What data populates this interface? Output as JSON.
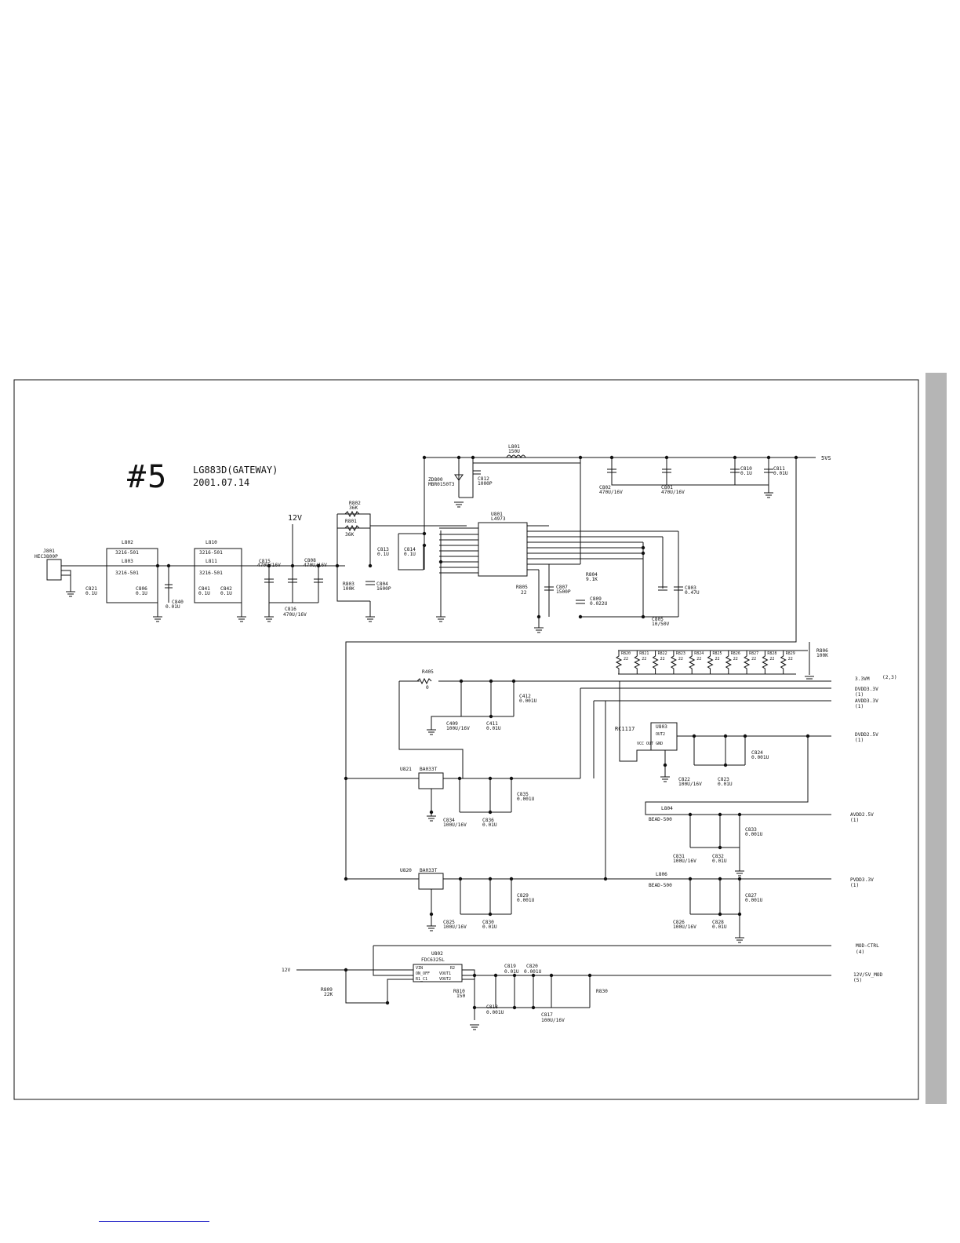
{
  "sheet": {
    "number": "#5",
    "title": "LG883D(GATEWAY)",
    "date": "2001.07.14"
  },
  "rails": {
    "top_5v": "5VS",
    "input_12v": "12V",
    "supply_12v": "12V"
  },
  "nets": {
    "v33_sum": "3.3VM",
    "v33_sum_ref": "(2,3)",
    "dvdd33": "DVDD3.3V",
    "dvdd33_ref": "(1)",
    "avdd33": "AVDD3.3V",
    "avdd33_ref": "(1)",
    "dvdd25": "DVDD2.5V",
    "dvdd25_ref": "(1)",
    "avdd25": "AVDD2.5V",
    "avdd25_ref": "(1)",
    "pvdd33": "PVDD3.3V",
    "pvdd33_ref": "(1)",
    "mod_ctrl": "MOD-CTRL",
    "mod_ctrl_ref": "(4)",
    "mod_12v": "12V/5V_MOD",
    "mod_12v_ref": "(5)"
  },
  "parts": {
    "connector": {
      "ref": "J801",
      "value": "HEC3800P"
    },
    "l802": {
      "ref": "L802",
      "value": "3216-501"
    },
    "l803": {
      "ref": "L803",
      "value": "3216-501"
    },
    "l810": {
      "ref": "L810",
      "value": "3216-501"
    },
    "l811": {
      "ref": "L811",
      "value": "3216-501"
    },
    "c821": {
      "ref": "C821",
      "value": "0.1U"
    },
    "c806": {
      "ref": "C806",
      "value": "0.1U"
    },
    "c840": {
      "ref": "C840",
      "value": "0.01U"
    },
    "c841": {
      "ref": "C841",
      "value": "0.1U"
    },
    "c842": {
      "ref": "C842",
      "value": "0.1U"
    },
    "c815": {
      "ref": "C815",
      "value": "470U/16V"
    },
    "c808": {
      "ref": "C808",
      "value": "470U/16V"
    },
    "c816": {
      "ref": "C816",
      "value": "470U/16V"
    },
    "r802": {
      "ref": "R802",
      "value": "36K"
    },
    "r801": {
      "ref": "R801",
      "value": "36K"
    },
    "r803": {
      "ref": "R803",
      "value": "100K"
    },
    "c804": {
      "ref": "C804",
      "value": "1600P"
    },
    "c813": {
      "ref": "C813",
      "value": "0.1U"
    },
    "c814": {
      "ref": "C814",
      "value": "0.1U"
    },
    "zd800": {
      "ref": "ZD800",
      "value": "MBR0150T3"
    },
    "c812": {
      "ref": "C812",
      "value": "1000P"
    },
    "l801": {
      "ref": "L801",
      "value": "150U"
    },
    "u801": {
      "ref": "U801",
      "value": "L4973"
    },
    "c802": {
      "ref": "C802",
      "value": "470U/16V"
    },
    "c801": {
      "ref": "C801",
      "value": "470U/16V"
    },
    "c810": {
      "ref": "C810",
      "value": "0.1U"
    },
    "c811": {
      "ref": "C811",
      "value": "0.01U"
    },
    "r805": {
      "ref": "R805",
      "value": "22"
    },
    "c807": {
      "ref": "C807",
      "value": "1500P"
    },
    "r804": {
      "ref": "R804",
      "value": "9.1K"
    },
    "c809": {
      "ref": "C809",
      "value": "0.022U"
    },
    "c805": {
      "ref": "C805",
      "value": "10/50V"
    },
    "c803": {
      "ref": "C803",
      "value": "0.47U"
    },
    "r806": {
      "ref": "R806",
      "value": "100K"
    },
    "r405": {
      "ref": "R405",
      "value": "0"
    },
    "c409": {
      "ref": "C409",
      "value": "100U/16V"
    },
    "c411": {
      "ref": "C411",
      "value": "0.01U"
    },
    "c412": {
      "ref": "C412",
      "value": "0.001U"
    },
    "u803": {
      "ref": "U803",
      "value": "RC1117",
      "pins": "VCC OUT GND",
      "top_pin": "OUT2"
    },
    "c822": {
      "ref": "C822",
      "value": "100U/16V"
    },
    "c823": {
      "ref": "C823",
      "value": "0.01U"
    },
    "c824": {
      "ref": "C824",
      "value": "0.001U"
    },
    "u821": {
      "ref": "U821",
      "value": "BA033T"
    },
    "c834": {
      "ref": "C834",
      "value": "100U/16V"
    },
    "c836": {
      "ref": "C836",
      "value": "0.01U"
    },
    "c835": {
      "ref": "C835",
      "value": "0.001U"
    },
    "l804": {
      "ref": "L804",
      "value": "BEAD-500"
    },
    "c831": {
      "ref": "C831",
      "value": "100U/16V"
    },
    "c832": {
      "ref": "C832",
      "value": "0.01U"
    },
    "c833": {
      "ref": "C833",
      "value": "0.001U"
    },
    "u820": {
      "ref": "U820",
      "value": "BA033T"
    },
    "c825": {
      "ref": "C825",
      "value": "100U/16V"
    },
    "c830": {
      "ref": "C830",
      "value": "0.01U"
    },
    "c829": {
      "ref": "C829",
      "value": "0.001U"
    },
    "l806": {
      "ref": "L806",
      "value": "BEAD-500"
    },
    "c826": {
      "ref": "C826",
      "value": "100U/16V"
    },
    "c828": {
      "ref": "C828",
      "value": "0.01U"
    },
    "c827": {
      "ref": "C827",
      "value": "0.001U"
    },
    "u802": {
      "ref": "U802",
      "value": "FDC6325L",
      "pin_left": [
        "VIN",
        "ON_OFF",
        "R1_C1"
      ],
      "pin_right": [
        "R2",
        "VOUT1",
        "VOUT2"
      ]
    },
    "r809": {
      "ref": "R809",
      "value": "22K"
    },
    "r810": {
      "ref": "R810",
      "value": "150"
    },
    "c819": {
      "ref": "C819",
      "value": "0.01U"
    },
    "c820": {
      "ref": "C820",
      "value": "0.001U"
    },
    "c818": {
      "ref": "C818",
      "value": "0.001U"
    },
    "c817": {
      "ref": "C817",
      "value": "100U/16V"
    },
    "r830": {
      "ref": "R830",
      "value": ""
    }
  },
  "resistor_array": {
    "refs": [
      "R820",
      "R821",
      "R822",
      "R823",
      "R824",
      "R825",
      "R826",
      "R827",
      "R828",
      "R829"
    ],
    "value": "22"
  }
}
